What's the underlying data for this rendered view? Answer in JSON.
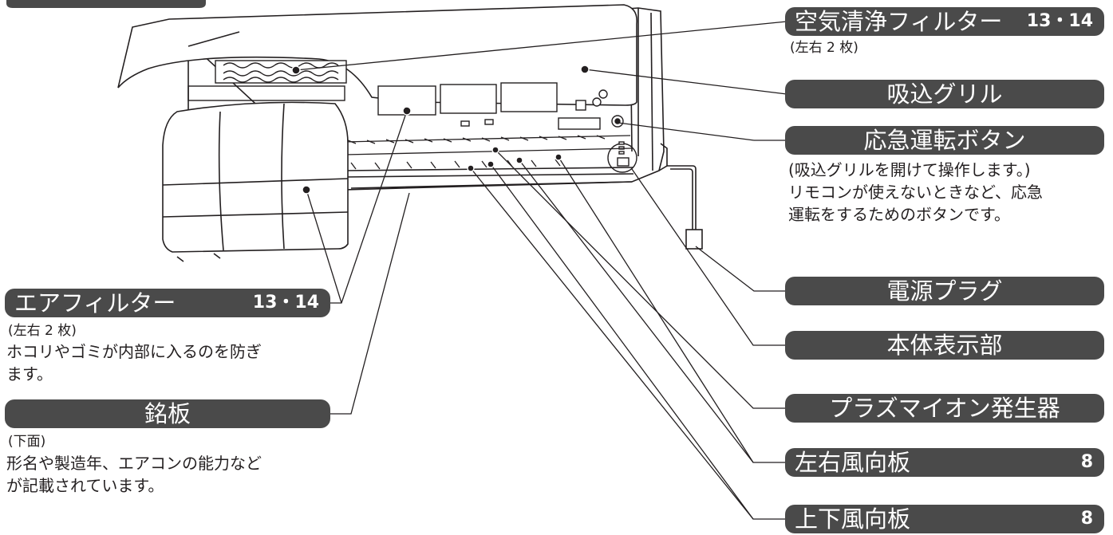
{
  "labels": {
    "air_purifying_filter": {
      "name": "空気清浄フィルター",
      "pages": "13・14",
      "note": "(左右 2 枚)"
    },
    "intake_grille": {
      "name": "吸込グリル"
    },
    "emergency_button": {
      "name": "応急運転ボタン",
      "note": "(吸込グリルを開けて操作します。)",
      "desc_line1": "リモコンが使えないときなど、応急",
      "desc_line2": "運転をするためのボタンです。"
    },
    "power_plug": {
      "name": "電源プラグ"
    },
    "display": {
      "name": "本体表示部"
    },
    "plasmacluster": {
      "name": "プラズマイオン発生器"
    },
    "left_right_louver": {
      "name": "左右風向板",
      "page": "8"
    },
    "up_down_louver": {
      "name": "上下風向板",
      "page": "8"
    },
    "air_filter": {
      "name": "エアフィルター",
      "pages": "13・14",
      "note": "(左右 2 枚)",
      "desc_line1": "ホコリやゴミが内部に入るのを防ぎ",
      "desc_line2": "ます。"
    },
    "rating_plate": {
      "name": "銘板",
      "note": "(下面)",
      "desc_line1": "形名や製造年、エアコンの能力など",
      "desc_line2": "が記載されています。"
    }
  },
  "colors": {
    "label_bg": "#4a4a4a",
    "label_text": "#ffffff",
    "line": "#231f20"
  }
}
